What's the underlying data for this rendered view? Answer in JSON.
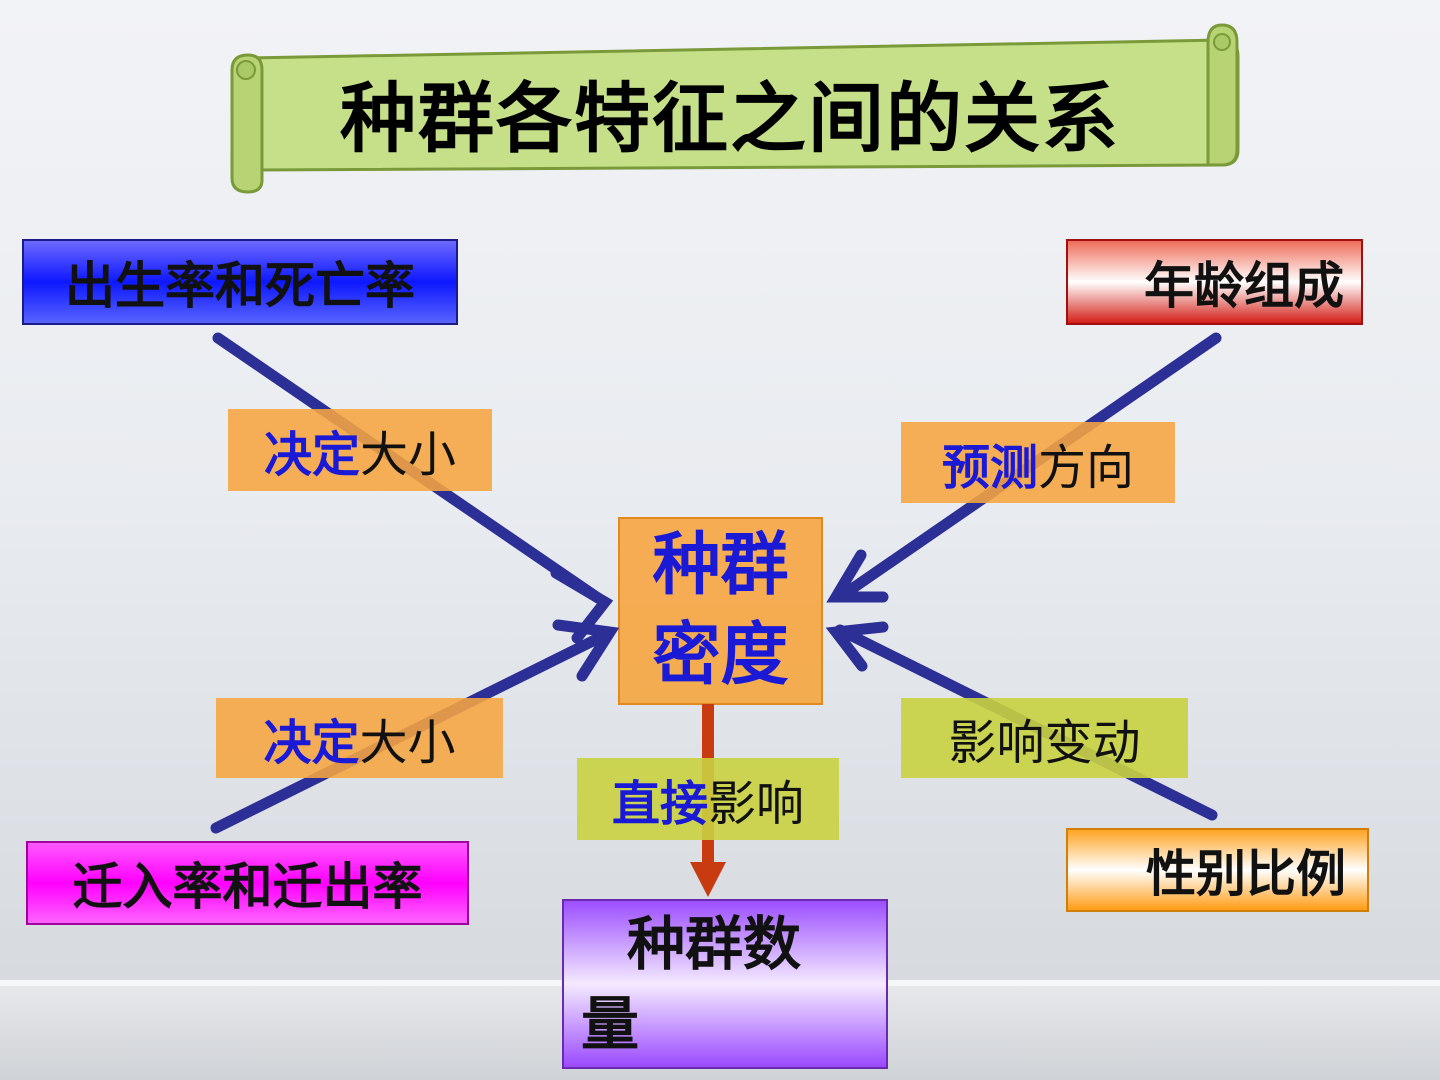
{
  "title": "种群各特征之间的关系",
  "nodes": {
    "birth_death": "出生率和死亡率",
    "age_structure": "年龄组成",
    "migration": "迁入率和迁出率",
    "sex_ratio": "性别比例",
    "density_line1": "种群",
    "density_line2": "密度",
    "population_size_line1": "种群数",
    "population_size_line2": "量"
  },
  "edge_labels": {
    "birth_death": {
      "key": "决定",
      "rest": "大小"
    },
    "age_structure": {
      "key": "预测",
      "rest": "方向"
    },
    "migration": {
      "key": "决定",
      "rest": "大小"
    },
    "sex_ratio": {
      "rest": "影响变动"
    },
    "density_to_size": {
      "key": "直接",
      "rest": "影响"
    }
  },
  "colors": {
    "arrow_blue": "#2b2f96",
    "arrow_red": "#c83a10",
    "label_orange": "#f6a540",
    "label_olive": "#c9d23f",
    "scroll_green": "#c6e08a"
  }
}
